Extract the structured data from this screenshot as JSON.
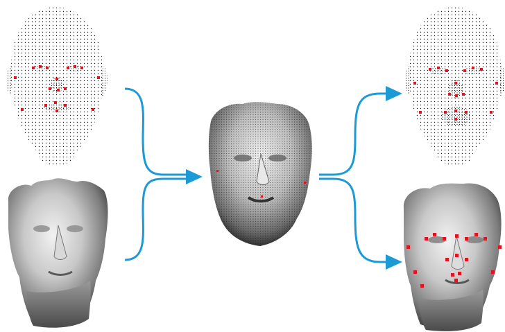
{
  "figure": {
    "description_panels": [
      "template-point-cloud-with-landmarks",
      "raw-textured-scan",
      "registered-scan-with-template",
      "output-point-cloud-with-landmarks",
      "output-scan-with-landmarks"
    ],
    "colors": {
      "background": "#ffffff",
      "arrow": "#1c9ad6",
      "landmark": "#e0141e",
      "point": "#1a1a1a",
      "surface_light": "#d9d9d9",
      "surface_dark": "#3a3a3a"
    },
    "icons": {
      "arrow_merge": "merge-arrow-icon",
      "arrow_split": "split-arrow-icon"
    }
  }
}
